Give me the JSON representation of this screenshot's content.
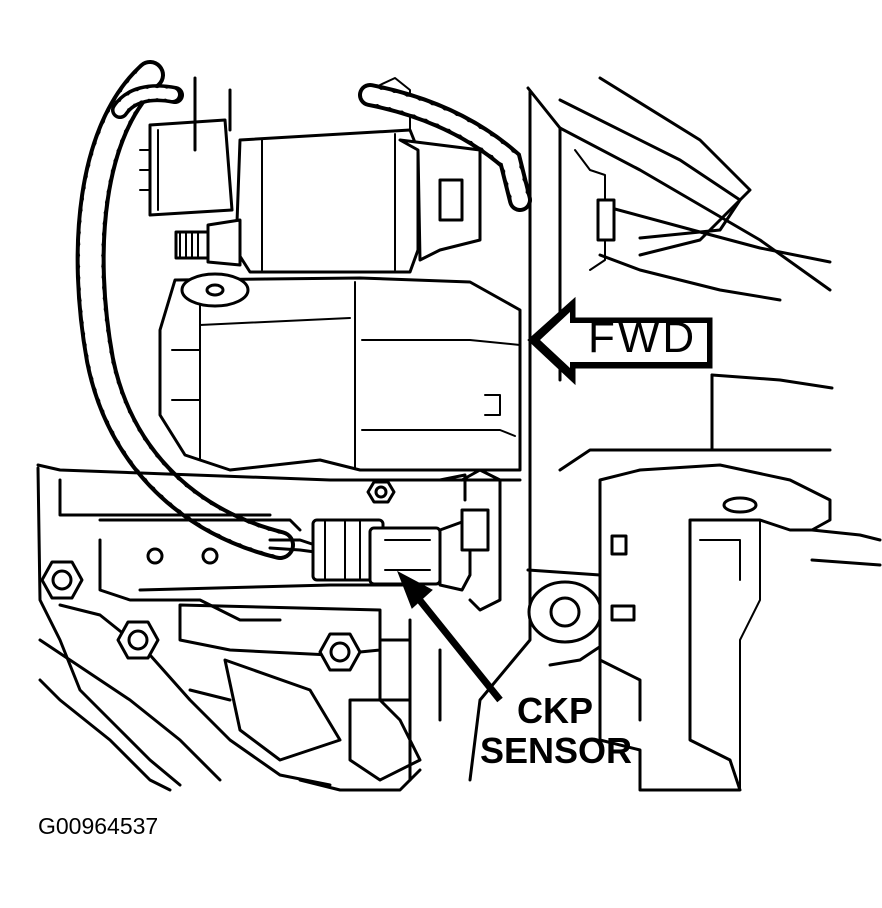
{
  "diagram": {
    "direction_label": "FWD",
    "callout_line1": "CKP",
    "callout_line2": "SENSOR",
    "figure_id": "G00964537"
  },
  "colors": {
    "ink": "#000000",
    "paper": "#ffffff"
  },
  "icons": {
    "forward_arrow": "left-arrow",
    "callout_leader": "leader-arrow"
  }
}
